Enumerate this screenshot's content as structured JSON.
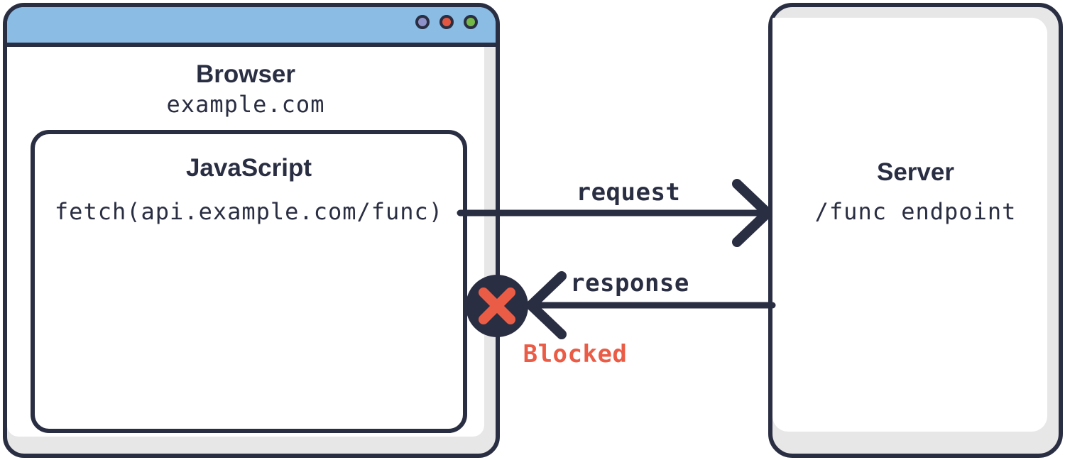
{
  "colors": {
    "ink": "#2a2e42",
    "blue": "#8bbce4",
    "gray": "#e7e7e8",
    "blocked": "#ea5c45",
    "dotPurple": "#8e92c8",
    "dotRed": "#e25742",
    "dotGreen": "#74b847"
  },
  "browser": {
    "title": "Browser",
    "domain": "example.com",
    "js_box": {
      "title": "JavaScript",
      "code": "fetch(api.example.com/func)"
    }
  },
  "server": {
    "title": "Server",
    "endpoint": "/func endpoint"
  },
  "flows": {
    "request_label": "request",
    "response_label": "response",
    "blocked_label": "Blocked"
  }
}
